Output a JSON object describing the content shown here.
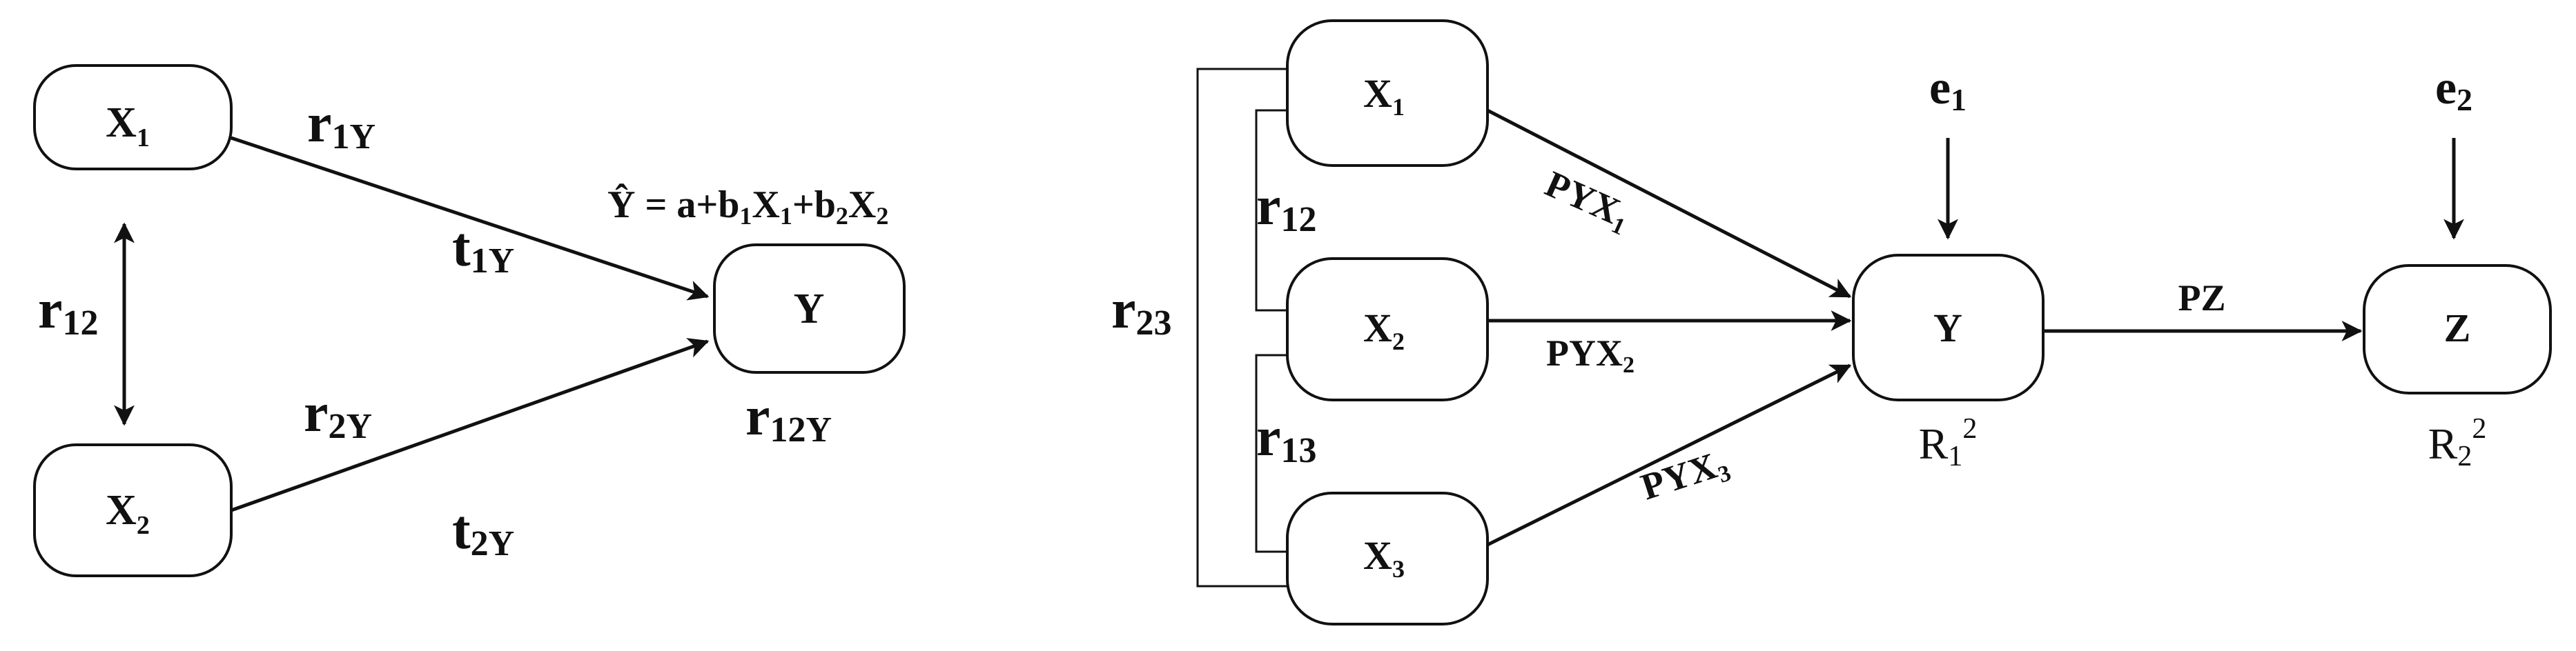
{
  "left": {
    "nodes": {
      "x1": {
        "label": "X",
        "sub": "1"
      },
      "x2": {
        "label": "X",
        "sub": "2"
      },
      "y": {
        "label": "Y"
      }
    },
    "labels": {
      "r1y": {
        "main": "r",
        "sub": "1Y"
      },
      "t1y": {
        "main": "t",
        "sub": "1Y"
      },
      "r2y": {
        "main": "r",
        "sub": "2Y"
      },
      "t2y": {
        "main": "t",
        "sub": "2Y"
      },
      "r12": {
        "main": "r",
        "sub": "12"
      },
      "r12y": {
        "main": "r",
        "sub": "12Y"
      }
    },
    "equation": {
      "lhs": "Ŷ = a+b",
      "b1": "1",
      "x1": "X",
      "x1sub": "1",
      "plus": "+b",
      "b2": "2",
      "x2": "X",
      "x2sub": "2"
    }
  },
  "right": {
    "nodes": {
      "x1": {
        "label": "X",
        "sub": "1"
      },
      "x2": {
        "label": "X",
        "sub": "2"
      },
      "x3": {
        "label": "X",
        "sub": "3"
      },
      "y": {
        "label": "Y"
      },
      "z": {
        "label": "Z"
      }
    },
    "labels": {
      "r12": {
        "main": "r",
        "sub": "12"
      },
      "r13": {
        "main": "r",
        "sub": "13"
      },
      "r23": {
        "main": "r",
        "sub": "23"
      },
      "pyx1": {
        "main": "PYX",
        "sub": "1"
      },
      "pyx2": {
        "main": "PYX",
        "sub": "2"
      },
      "pyx3": {
        "main": "PYX",
        "sub": "3"
      },
      "pz": "PZ",
      "e1": {
        "main": "e",
        "sub": "1"
      },
      "e2": {
        "main": "e",
        "sub": "2"
      },
      "r1sq": {
        "main": "R",
        "sub": "1",
        "sup": "2"
      },
      "r2sq": {
        "main": "R",
        "sub": "2",
        "sup": "2"
      }
    }
  }
}
